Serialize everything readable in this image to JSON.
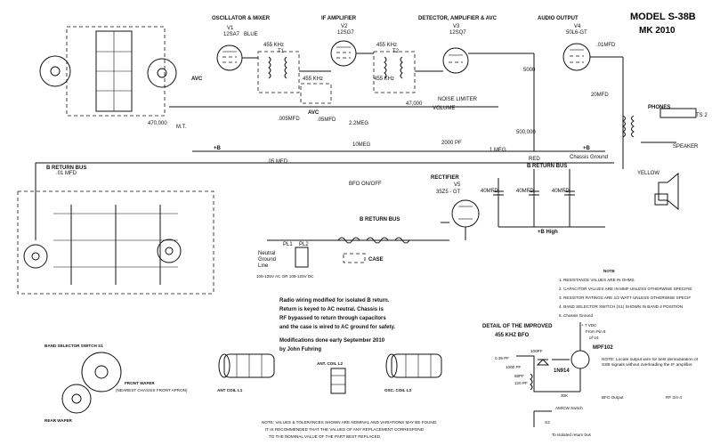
{
  "title": {
    "model": "MODEL S-38B",
    "mk": "MK 2010"
  },
  "stages": {
    "osc_mixer": "OSCILLATOR & MIXER",
    "if_amp": "IF AMPLIFIER",
    "detector": "DETECTOR, AMPLIFIER & AVC",
    "audio": "AUDIO OUTPUT",
    "rectifier": "RECTIFIER"
  },
  "tubes": {
    "v1": {
      "ref": "V1",
      "type": "12SA7"
    },
    "v2": {
      "ref": "V2",
      "type": "12SG7"
    },
    "v3": {
      "ref": "V3",
      "type": "12SQ7"
    },
    "v4": {
      "ref": "V4",
      "type": "50L6-GT"
    },
    "v5": {
      "ref": "V5",
      "type": "35Z5 - GT"
    }
  },
  "labels": {
    "khz455a": "455 KHz",
    "khz455b": "455 KHz",
    "khz455c": "455 KHz",
    "khz455d": "455 KHz",
    "t1": "T1",
    "t2": "T2",
    "blue": "BLUE",
    "avc": "AVC",
    "avc2": "AVC",
    "b_return_bus": "B RETURN BUS",
    "b_return_bus2": "B RETURN BUS",
    "b_return_bus3": "B RETURN BUS",
    "b_plus": "+B",
    "b_plus2": "+B",
    "b_high": "+B High",
    "mt": "M.T.",
    "noise_limiter": "NOISE LIMITER",
    "volume": "VOLUME",
    "c_01mfd": ".01 MFD",
    "c_01mfd2": ".01MFD",
    "c_05mfd": ".05 MFD",
    "c_05mfd2": ".05MFD",
    "c_005mfd": ".005MFD",
    "c_40mfd": "40MFD",
    "c_40mfd2": "40MFD",
    "c_40mfd3": "40MFD",
    "c_20mfd": "20MFD",
    "r_470k": "470,000",
    "r_500k": "500,000",
    "r_22meg": "2.2MEG",
    "r_1meg": "1 MEG",
    "r_10meg": "10MEG",
    "r_47k": "47,000",
    "c_2000pf": "2000 PF",
    "c_5000": "5000",
    "neutral": "Neutral",
    "ground": "Ground",
    "line": "Line",
    "case": "CASE",
    "pl1": "PL1",
    "pl2": "PL2",
    "power_note": "105-125V AC OR 105-125V DC",
    "bfo_onoff": "BFO ON/OFF",
    "phones": "PHONES",
    "ts2": "TS 2",
    "speaker": "SPEAKER",
    "yellow": "YELLOW",
    "chassis_ground": "Chassis Ground",
    "red": "RED"
  },
  "mod_text": [
    "Radio wiring modified for isolated B return.",
    "Return is keyed to AC neutral.  Chassis is",
    "RF bypassed to return through capacitors",
    "and the case is wired to AC ground for safety."
  ],
  "mod_date": [
    "Modifications done early September 2010",
    "by John Fuhring"
  ],
  "notes": {
    "heading": "NOTE",
    "items": [
      "1.   RESISTANCE VALUES ARE IN OHMS.",
      "2.   CAPACITOR VALUES ARE IN MMF UNLESS OTHERWISE SPECIFIE",
      "3.   RESISTOR RATINGS ARE 1/2 WATT UNLESS OTHERWISE SPECIF",
      "4.   BAND SELECTOR SWITCH (S1) SHOWN IN BAND 4 POSITION",
      "5.        Chassis Ground"
    ]
  },
  "components": {
    "band_selector": "BAND SELECTOR SWITCH S1",
    "front_wafer": "FRONT WAFER",
    "front_wafer_sub": "(NEAREST CHASSIS FRONT APRON)",
    "rear_wafer": "REAR WAFER",
    "ant_coil_l1": "ANT COIL L1",
    "ant_coil_l2": "ANT. COIL L2",
    "osc_coil_l3": "OSC. COIL L3"
  },
  "footnote": [
    "NOTE: VALUES & TOLERANCES SHOWN ARE NOMINAL AND VARIATIONS MAY BE FOUND.",
    "IT IS RECOMMENDED THAT THE VALUES OF ANY REPLACEMENT CORRESPOND",
    "TO THE NOMINAL VALUE OF THE PART BEST REPLACED."
  ],
  "bfo_detail": {
    "title1": "DETAIL OF THE IMPROVED",
    "title2": "455 KHZ BFO",
    "vdc": "+ 7 VDC",
    "vdc_from": "From Pin 8",
    "vdc_of": "of V4",
    "mpf": "MPF102",
    "diode": "1N914",
    "c1": "0.39 PF",
    "c2": "1000 PF",
    "c3": "100PF",
    "c4": "68PF",
    "c5": "120 PF",
    "c6": "30K",
    "note": "NOTE: Locate output wire for best demodulation of SSB signals without overloading the IF amplifier.",
    "bfo_output": "BFO Output",
    "am_cw": "AM/CW Switch",
    "s3": "S3",
    "to_return": "To isolated return bus",
    "ref": "RF 3/4-4"
  }
}
